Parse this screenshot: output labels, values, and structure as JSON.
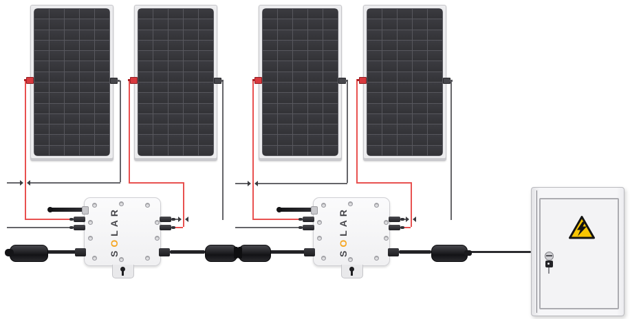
{
  "colors": {
    "background": "#ffffff",
    "panel_cell": "#35353a",
    "panel_frame": "#ececee",
    "positive_wire": "#e8504f",
    "negative_wire": "#646468",
    "inverter_body": "#f6f6f8",
    "logo_accent": "#f5a623",
    "warning_yellow": "#f8c501",
    "cable_black": "#222226"
  },
  "solar_panels": {
    "count": 4,
    "cell_columns": 5,
    "cell_rows": 14
  },
  "microinverters": {
    "count": 2,
    "logo": {
      "s": "S",
      "o": "O",
      "lar": "LAR"
    }
  },
  "junction_box": {
    "icons": [
      "high-voltage-warning-icon",
      "keyhole-icon",
      "key-icon"
    ]
  }
}
